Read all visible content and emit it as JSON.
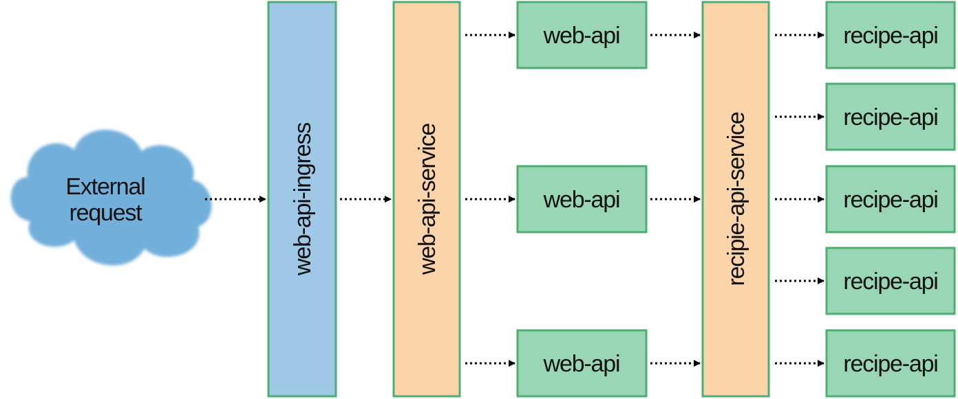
{
  "colors": {
    "border": "#4cae72",
    "ingress_fill": "#9fc7e6",
    "service_fill": "#fbd5a9",
    "pod_fill": "#98d6b5",
    "cloud_fill": "#72afdb",
    "arrow": "#000000",
    "text": "#111111"
  },
  "cloud": {
    "line1": "External",
    "line2": "request"
  },
  "ingress": {
    "label": "web-api-ingress"
  },
  "web_service": {
    "label": "web-api-service"
  },
  "recipe_service": {
    "label": "recipie-api-service"
  },
  "web_pods": [
    {
      "label": "web-api"
    },
    {
      "label": "web-api"
    },
    {
      "label": "web-api"
    }
  ],
  "recipe_pods": [
    {
      "label": "recipe-api"
    },
    {
      "label": "recipe-api"
    },
    {
      "label": "recipe-api"
    },
    {
      "label": "recipe-api"
    },
    {
      "label": "recipe-api"
    }
  ]
}
